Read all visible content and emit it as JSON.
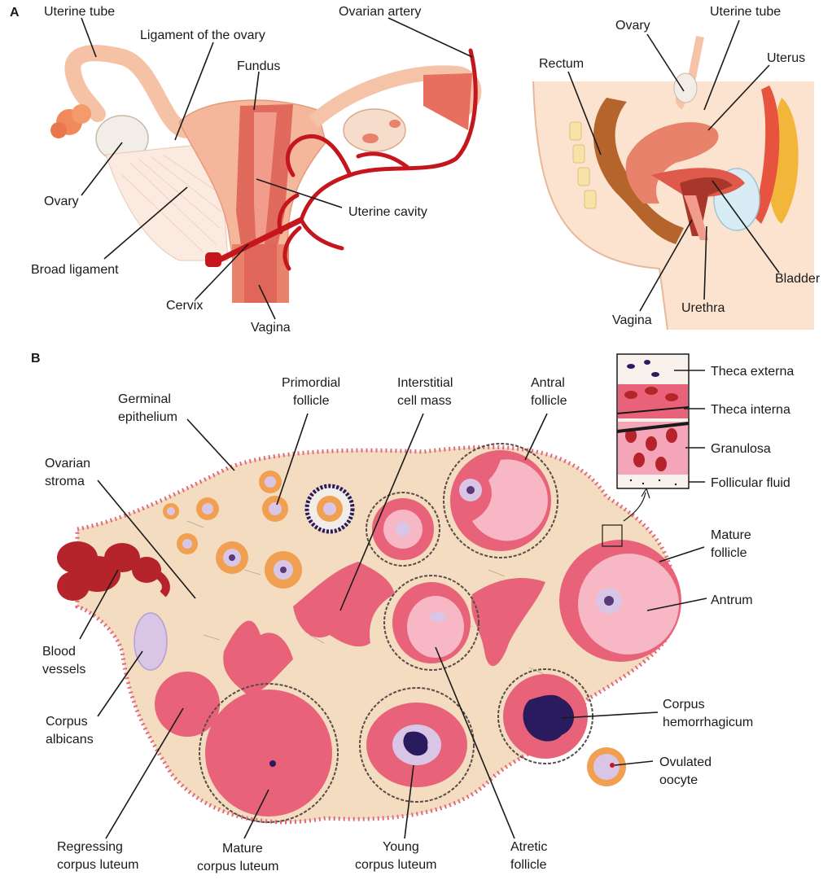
{
  "panel_a": {
    "letter": "A",
    "labels": {
      "uterine_tube": "Uterine tube",
      "ligament_of_ovary": "Ligament of the ovary",
      "ovarian_artery": "Ovarian artery",
      "fundus": "Fundus",
      "ovary": "Ovary",
      "uterine_cavity": "Uterine cavity",
      "broad_ligament": "Broad ligament",
      "cervix": "Cervix",
      "vagina": "Vagina"
    },
    "sagittal_labels": {
      "ovary": "Ovary",
      "uterine_tube": "Uterine tube",
      "rectum": "Rectum",
      "uterus": "Uterus",
      "bladder": "Bladder",
      "urethra": "Urethra",
      "vagina": "Vagina"
    }
  },
  "panel_b": {
    "letter": "B",
    "labels": {
      "germinal_1": "Germinal",
      "germinal_2": "epithelium",
      "primordial_1": "Primordial",
      "primordial_2": "follicle",
      "interstitial_1": "Interstitial",
      "interstitial_2": "cell mass",
      "antral_1": "Antral",
      "antral_2": "follicle",
      "stroma_1": "Ovarian",
      "stroma_2": "stroma",
      "blood_1": "Blood",
      "blood_2": "vessels",
      "albicans_1": "Corpus",
      "albicans_2": "albicans",
      "regressing_1": "Regressing",
      "regressing_2": "corpus luteum",
      "mature_cl_1": "Mature",
      "mature_cl_2": "corpus luteum",
      "young_cl_1": "Young",
      "young_cl_2": "corpus luteum",
      "atretic_1": "Atretic",
      "atretic_2": "follicle",
      "mature_f_1": "Mature",
      "mature_f_2": "follicle",
      "antrum": "Antrum",
      "hemorrhagicum_1": "Corpus",
      "hemorrhagicum_2": "hemorrhagicum",
      "ovulated_1": "Ovulated",
      "ovulated_2": "oocyte"
    },
    "inset_labels": {
      "theca_externa": "Theca externa",
      "theca_interna": "Theca interna",
      "granulosa": "Granulosa",
      "follicular_fluid": "Follicular fluid"
    }
  },
  "colors": {
    "skin": "#f9dcc4",
    "uterus_pink": "#f2a48a",
    "muscle_red": "#d9534f",
    "artery": "#c4161c",
    "stroma": "#f3dcc0",
    "follicle_pink": "#e8637a",
    "antrum_pink": "#f7b7c4",
    "granulosa_orange": "#f0a050",
    "dark_purple": "#2a1a5e",
    "bladder_blue": "#d8ecf5",
    "ovary_white": "#f2ede6",
    "rectum_brown": "#b5652b",
    "fat_yellow": "#f2b63a"
  }
}
